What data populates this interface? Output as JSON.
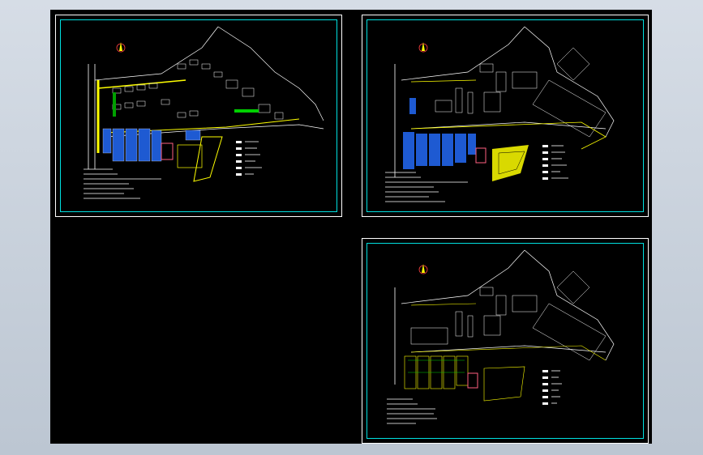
{
  "colors": {
    "background": "#c8d0da",
    "canvas": "#000000",
    "frame": "#00e0e0",
    "line_white": "#ffffff",
    "line_yellow": "#ffff00",
    "fill_blue": "#1e5ad2",
    "fill_green": "#00d000",
    "north_arrow": "#ff4040"
  },
  "sheets": [
    {
      "id": "sheet-1",
      "variant": "color-plan",
      "legend_rows": 6,
      "note_rows": 7
    },
    {
      "id": "sheet-2",
      "variant": "zoning-plan",
      "legend_rows": 6,
      "note_rows": 7
    },
    {
      "id": "sheet-3",
      "variant": "outline-plan",
      "legend_rows": 6,
      "note_rows": 7
    }
  ],
  "icons": [
    "north-arrow-icon",
    "legend-swatch-icon"
  ]
}
